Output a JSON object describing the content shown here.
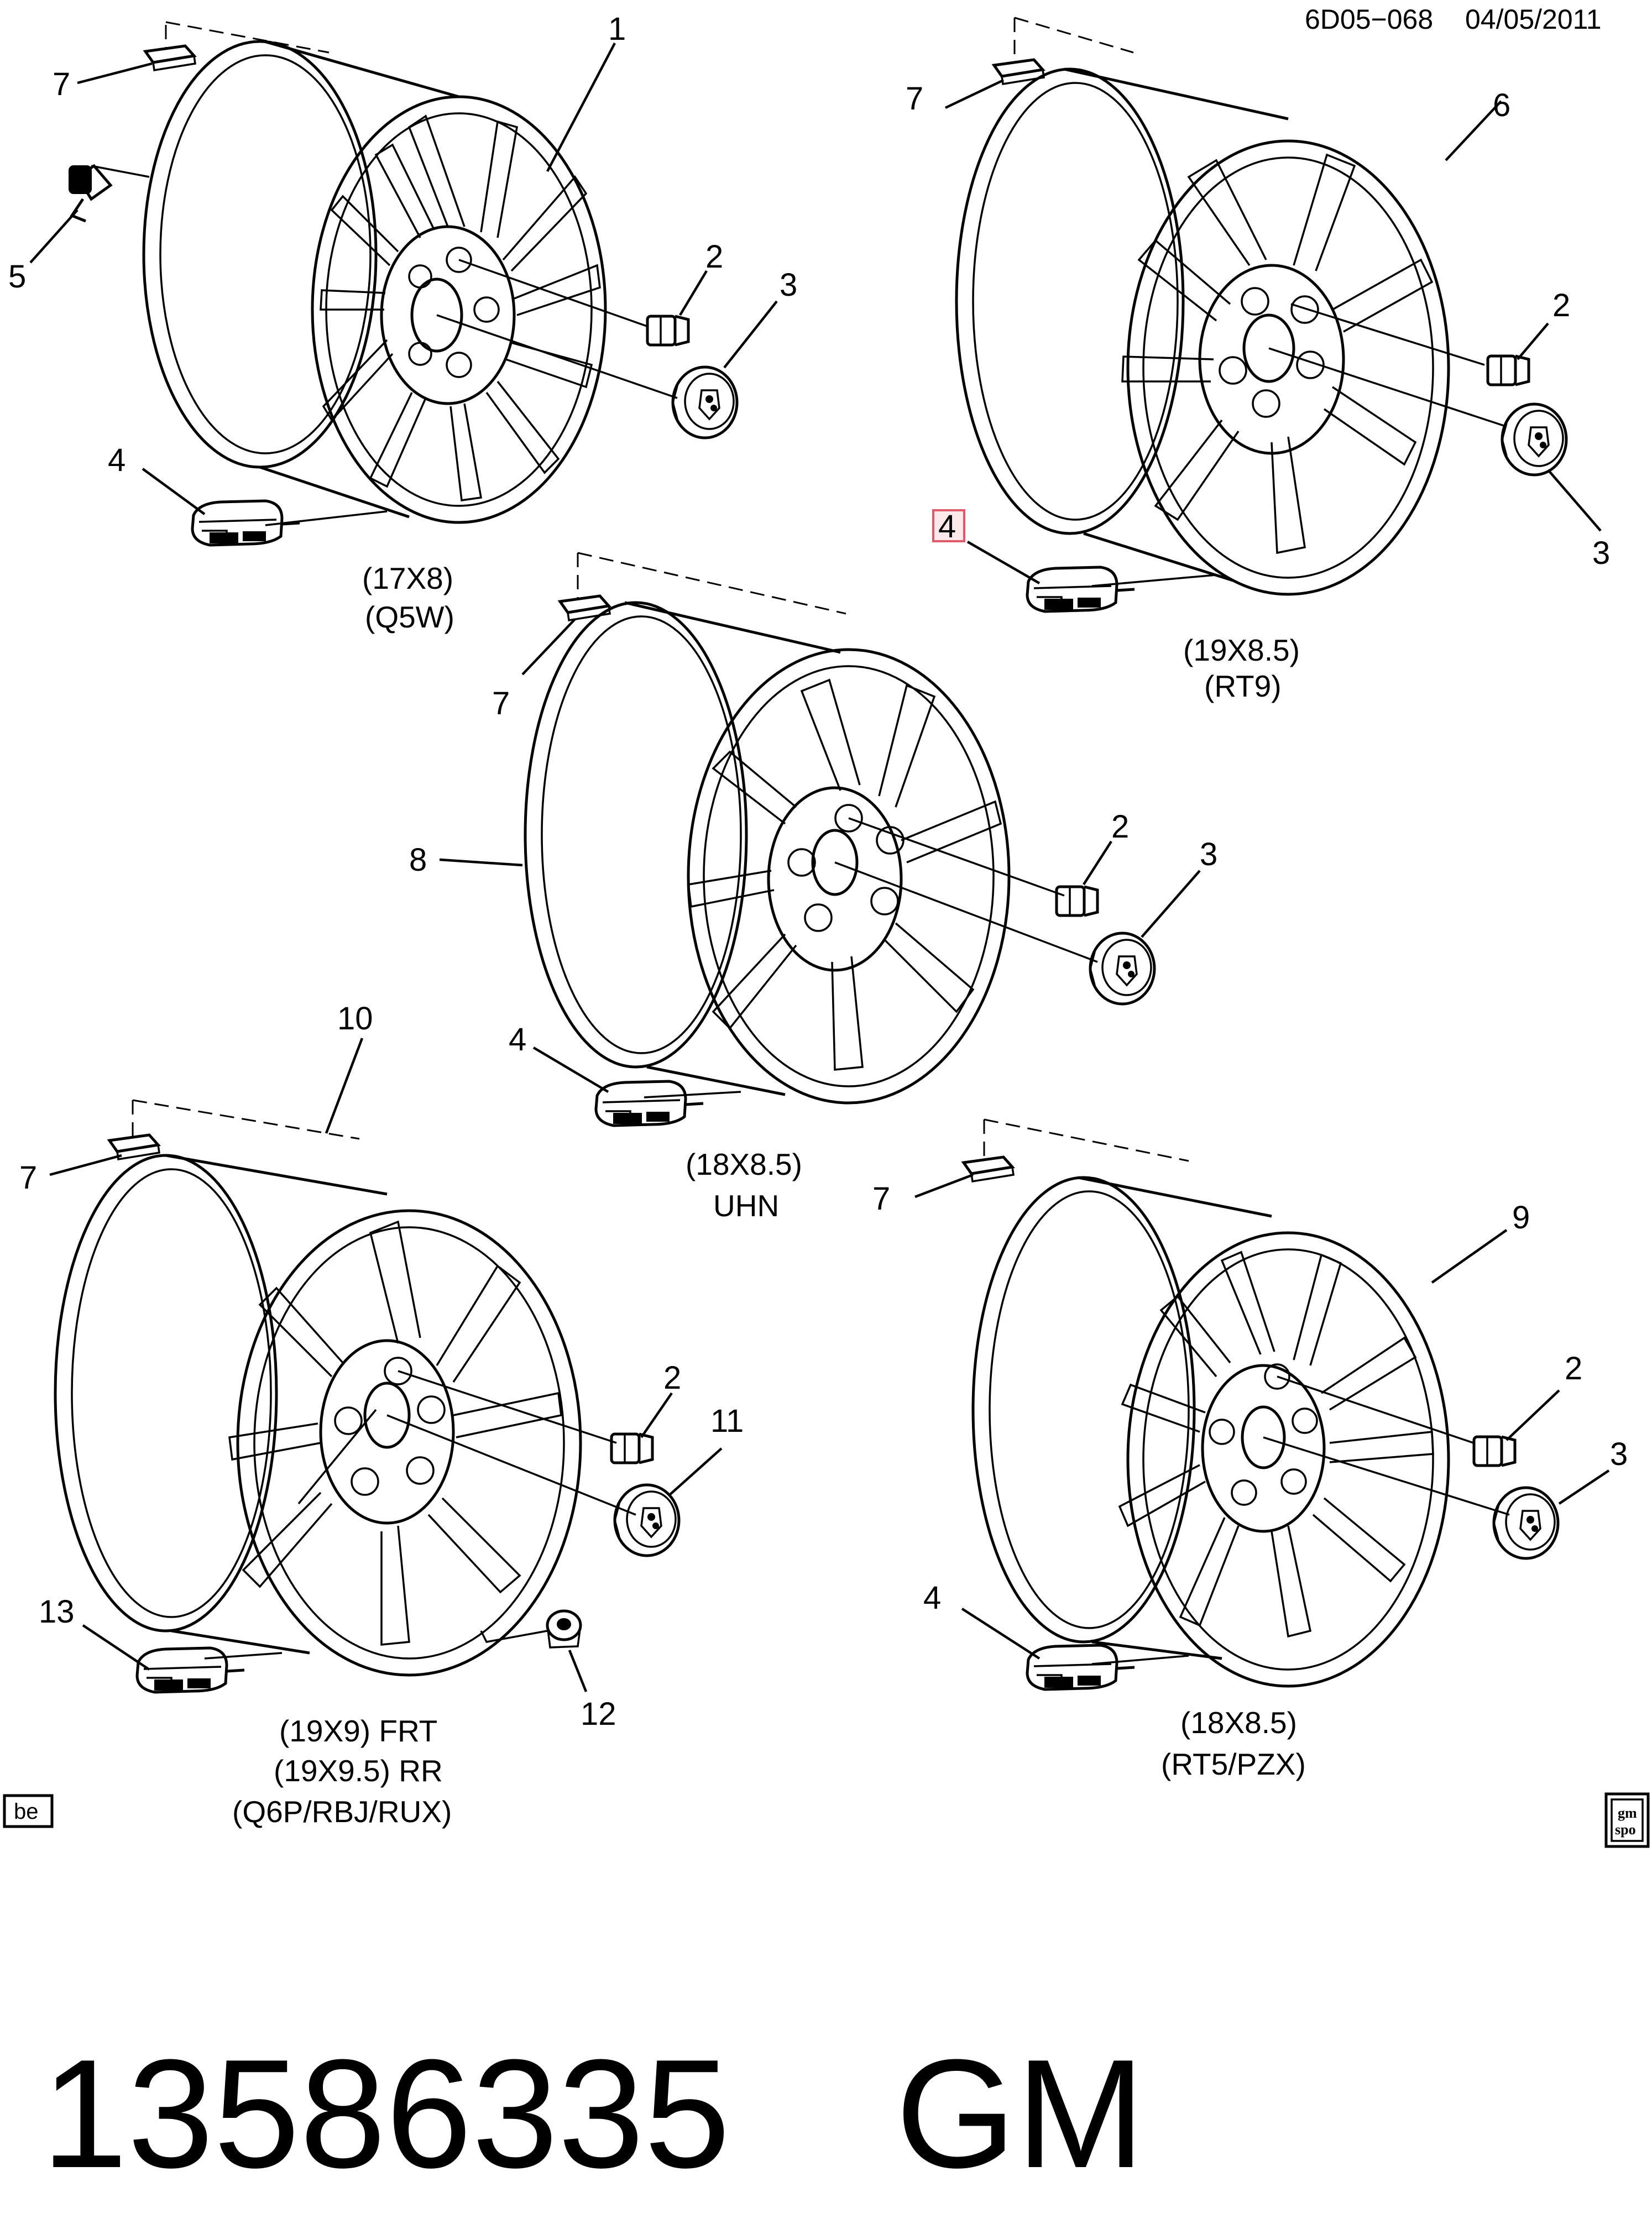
{
  "header": {
    "code": "6D05−068",
    "date": "04/05/2011"
  },
  "wheels": [
    {
      "id": "wheel-1",
      "size": "(17X8)",
      "option": "(Q5W)"
    },
    {
      "id": "wheel-6",
      "size": "(19X8.5)",
      "option": "(RT9)"
    },
    {
      "id": "wheel-8",
      "size": "(18X8.5)",
      "option": "UHN"
    },
    {
      "id": "wheel-10",
      "size_front": "(19X9) FRT",
      "size_rear": "(19X9.5) RR",
      "option": "(Q6P/RBJ/RUX)"
    },
    {
      "id": "wheel-9",
      "size": "(18X8.5)",
      "option": "(RT5/PZX)"
    }
  ],
  "callouts": {
    "w1": {
      "wheel": "1",
      "nut": "2",
      "cap": "3",
      "sensor": "4",
      "valve": "5",
      "weight": "7"
    },
    "w6": {
      "wheel": "6",
      "nut": "2",
      "cap": "3",
      "sensor": "4",
      "weight": "7"
    },
    "w8": {
      "wheel": "8",
      "nut": "2",
      "cap": "3",
      "sensor": "4",
      "weight": "7"
    },
    "w10": {
      "wheel": "10",
      "nut": "2",
      "cap": "11",
      "lock": "12",
      "sensor": "13",
      "weight": "7"
    },
    "w9": {
      "wheel": "9",
      "nut": "2",
      "cap": "3",
      "sensor": "4",
      "weight": "7"
    }
  },
  "highlighted_callout": "4",
  "badge": "be",
  "logo": {
    "line1": "gm",
    "line2": "spo"
  },
  "part_number": "13586335",
  "brand": "GM",
  "colors": {
    "line": "#000000",
    "highlight": "#e05a6a",
    "background": "#ffffff"
  }
}
